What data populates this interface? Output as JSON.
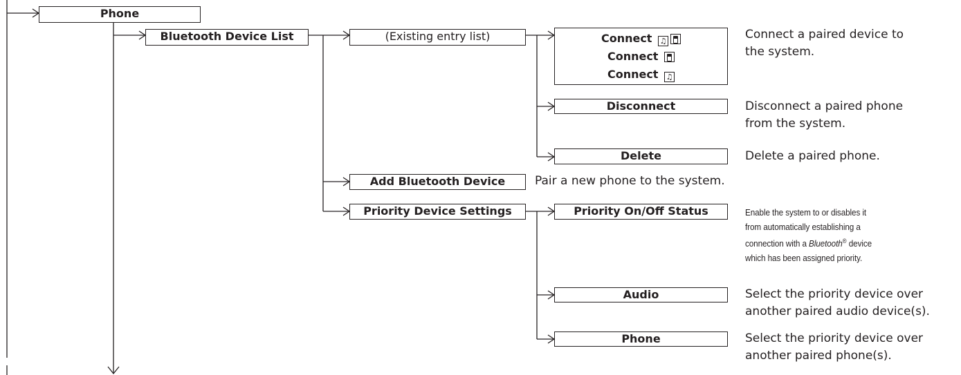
{
  "menu": {
    "root": "Phone",
    "bluetooth_device_list": "Bluetooth Device List",
    "existing_entry_list": "(Existing entry list)",
    "connect_options": [
      "Connect",
      "Connect",
      "Connect"
    ],
    "disconnect": "Disconnect",
    "delete": "Delete",
    "add_bluetooth_device": "Add Bluetooth Device",
    "priority_device_settings": "Priority Device Settings",
    "priority_on_off_status": "Priority On/Off Status",
    "audio": "Audio",
    "phone": "Phone"
  },
  "icons": {
    "music": "music-note-icon",
    "phone": "phone-icon"
  },
  "descriptions": {
    "connect": [
      "Connect a paired device to",
      "the system."
    ],
    "disconnect": [
      "Disconnect a paired phone",
      "from the system."
    ],
    "delete": "Delete a paired phone.",
    "add_device": "Pair a new phone to the system.",
    "priority_status": {
      "line1": "Enable the system to or disables it",
      "line2": "from automatically establishing a",
      "line3_prefix": "connection with a ",
      "line3_italic": "Bluetooth",
      "line3_mark": "®",
      "line3_suffix": " device",
      "line4": "which has been assigned priority."
    },
    "audio": [
      "Select the priority device over",
      "another paired audio device(s)."
    ],
    "phone": [
      "Select the priority device over",
      "another paired phone(s)."
    ]
  },
  "colors": {
    "ink": "#231f20",
    "background": "#ffffff"
  }
}
